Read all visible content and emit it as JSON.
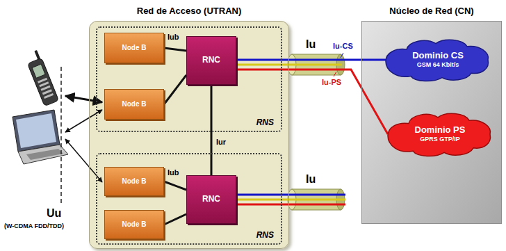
{
  "diagram": {
    "nodes": [
      {
        "text": [
          "Red de Acceso (UTRAN)"
        ]
      },
      {
        "text": [
          "RNS"
        ],
        "in": 0
      },
      {
        "text": [
          "Node B"
        ],
        "in": 1
      },
      {
        "text": [
          "Node B"
        ],
        "in": 1
      },
      {
        "text": [
          "RNC"
        ],
        "in": 1
      },
      {
        "text": [
          "RNS"
        ],
        "in": 0
      },
      {
        "text": [
          "Node B"
        ],
        "in": 5
      },
      {
        "text": [
          "Node B"
        ],
        "in": 5
      },
      {
        "text": [
          "RNC"
        ],
        "in": 5
      },
      {
        "text": [
          "Núcleo de Red (CN)"
        ]
      },
      {
        "text": [
          "Dominio CS",
          "GSM 64 Kbit/s"
        ],
        "in": 9
      },
      {
        "text": [
          "Dominio PS",
          "GPRS GTP/IP"
        ],
        "in": 9
      }
    ],
    "edges": [
      {
        "from": 2,
        "to": 4,
        "arrow": "none",
        "label": "Iub"
      },
      {
        "from": 3,
        "to": 4,
        "arrow": "none"
      },
      {
        "from": 6,
        "to": 8,
        "arrow": "none",
        "label": "Iub"
      },
      {
        "from": 7,
        "to": 8,
        "arrow": "none"
      },
      {
        "from": 4,
        "to": 8,
        "arrow": "none",
        "label": "Iur"
      },
      {
        "from": 4,
        "to": 10,
        "arrow": "none",
        "label": "Iu-CS"
      },
      {
        "from": 4,
        "to": 11,
        "arrow": "none",
        "label": "Iu-PS"
      }
    ],
    "labels": [
      "Iu",
      "Iu",
      "Uu",
      "(W-CDMA FDD/TDD)"
    ]
  }
}
